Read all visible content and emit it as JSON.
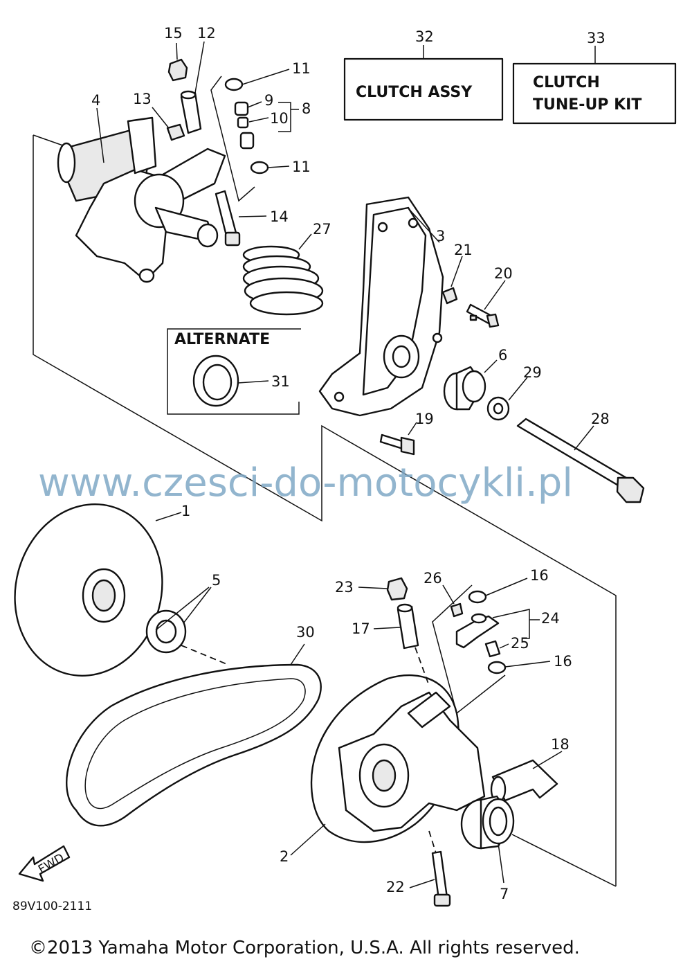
{
  "diagram": {
    "callouts": [
      "1",
      "2",
      "3",
      "4",
      "5",
      "6",
      "7",
      "8",
      "9",
      "10",
      "11",
      "11",
      "12",
      "13",
      "14",
      "15",
      "16",
      "16",
      "17",
      "18",
      "19",
      "20",
      "21",
      "22",
      "23",
      "24",
      "25",
      "26",
      "27",
      "28",
      "29",
      "30",
      "31",
      "32",
      "33"
    ],
    "box_32": {
      "number": "32",
      "label": "CLUTCH ASSY"
    },
    "box_33": {
      "number": "33",
      "label_line1": "CLUTCH",
      "label_line2": "TUNE-UP KIT"
    },
    "alternate_box": {
      "label": "ALTERNATE",
      "number": "31"
    },
    "fwd_label": "FWD",
    "drawing_code": "89V100-2111"
  },
  "watermark": "www.czesci-do-motocykli.pl",
  "copyright": "©2013 Yamaha Motor Corporation, U.S.A. All rights reserved.",
  "colors": {
    "ink": "#111111",
    "watermark": "#7fa8c6",
    "background": "#ffffff"
  }
}
